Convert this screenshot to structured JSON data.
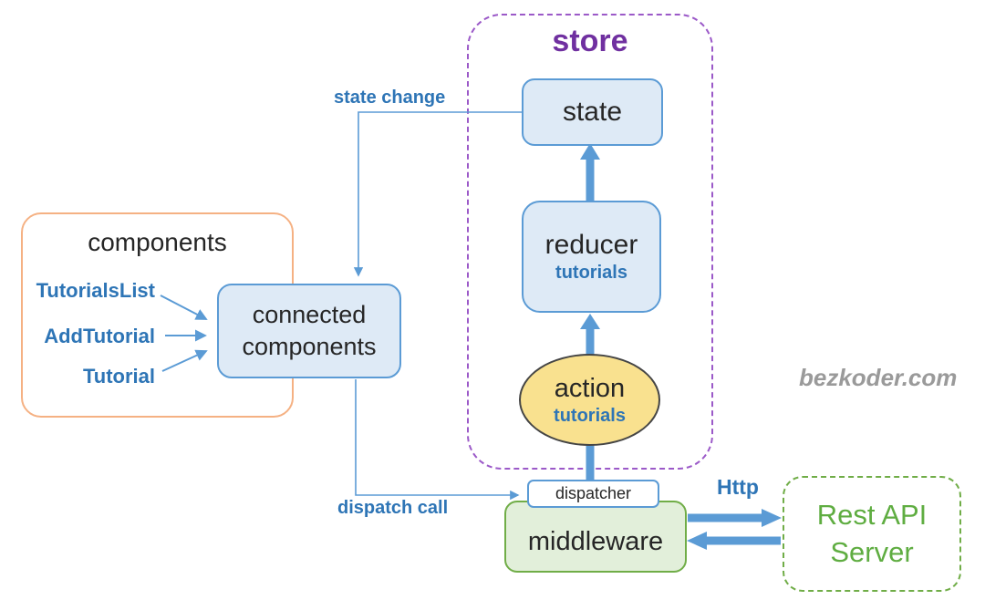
{
  "diagram": {
    "watermark": "bezkoder.com",
    "store_group": {
      "title": "store"
    },
    "components_group": {
      "title": "components",
      "items": [
        "TutorialsList",
        "AddTutorial",
        "Tutorial"
      ]
    },
    "nodes": {
      "state": {
        "title": "state"
      },
      "reducer": {
        "title": "reducer",
        "subtitle": "tutorials"
      },
      "action": {
        "title": "action",
        "subtitle": "tutorials"
      },
      "connected_components": {
        "title": "connected components"
      },
      "dispatcher": {
        "title": "dispatcher"
      },
      "middleware": {
        "title": "middleware"
      },
      "rest_api_server": {
        "title": "Rest API Server"
      }
    },
    "edge_labels": {
      "state_change": "state change",
      "dispatch_call": "dispatch call",
      "http": "Http"
    },
    "colors": {
      "blue_accent": "#5B9BD5",
      "blue_fill": "#DEEAF6",
      "blue_text": "#2E75B6",
      "purple": "#7030A0",
      "purple_dash": "#9B59C8",
      "orange_border": "#F5B183",
      "green_border": "#70AD47",
      "green_fill": "#E2EFDA",
      "green_text": "#5FAD41",
      "yellow_fill": "#F9E18F",
      "text_dark": "#262626",
      "watermark_gray": "#9A9A9A"
    }
  }
}
